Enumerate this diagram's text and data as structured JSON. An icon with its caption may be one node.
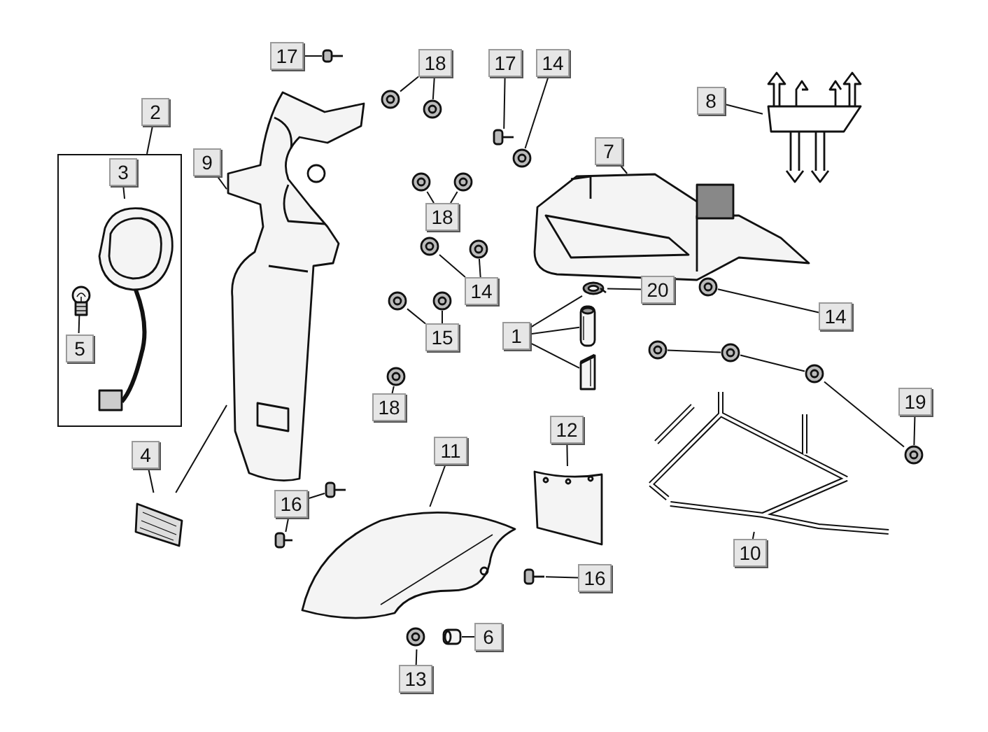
{
  "diagram": {
    "nodes": [
      {
        "text": [
          "17"
        ]
      },
      {
        "text": [
          "18"
        ]
      },
      {
        "text": [
          "17"
        ]
      },
      {
        "text": [
          "14"
        ]
      },
      {
        "text": [
          "8"
        ]
      },
      {
        "text": [
          "2"
        ]
      },
      {
        "text": [],
        "shape": "box"
      },
      {
        "text": [
          "3"
        ],
        "in": 6
      },
      {
        "text": [
          "5"
        ],
        "in": 6
      },
      {
        "text": [
          "9"
        ]
      },
      {
        "text": [
          "7"
        ]
      },
      {
        "text": [
          "18"
        ]
      },
      {
        "text": [
          "14"
        ]
      },
      {
        "text": [
          "20"
        ]
      },
      {
        "text": [
          "14"
        ]
      },
      {
        "text": [
          "1"
        ]
      },
      {
        "text": [
          "15"
        ]
      },
      {
        "text": [
          "19"
        ]
      },
      {
        "text": [
          "18"
        ]
      },
      {
        "text": [
          "12"
        ]
      },
      {
        "text": [
          "11"
        ]
      },
      {
        "text": [
          "4"
        ]
      },
      {
        "text": [
          "16"
        ]
      },
      {
        "text": [
          "10"
        ]
      },
      {
        "text": [
          "16"
        ]
      },
      {
        "text": [
          "6"
        ]
      },
      {
        "text": [
          "13"
        ]
      },
      {
        "text": [],
        "shape": "picture"
      },
      {
        "text": [],
        "shape": "picture"
      },
      {
        "text": [],
        "shape": "picture"
      },
      {
        "text": [],
        "shape": "picture"
      },
      {
        "text": [],
        "shape": "picture"
      },
      {
        "text": [],
        "shape": "picture"
      },
      {
        "text": [],
        "shape": "picture",
        "in": 6
      },
      {
        "text": [],
        "shape": "picture",
        "in": 6
      },
      {
        "text": [],
        "shape": "picture"
      },
      {
        "text": [],
        "shape": "picture"
      },
      {
        "text": [],
        "shape": "picture"
      },
      {
        "text": [],
        "shape": "picture"
      },
      {
        "text": [],
        "shape": "picture"
      },
      {
        "text": [],
        "shape": "picture"
      },
      {
        "text": [],
        "shape": "picture"
      },
      {
        "text": [],
        "shape": "picture"
      },
      {
        "text": [],
        "shape": "picture"
      },
      {
        "text": [],
        "shape": "picture"
      },
      {
        "text": [],
        "shape": "picture"
      },
      {
        "text": [],
        "shape": "picture"
      },
      {
        "text": [],
        "shape": "picture"
      },
      {
        "text": [],
        "shape": "picture"
      },
      {
        "text": [],
        "shape": "picture"
      },
      {
        "text": [],
        "shape": "picture"
      },
      {
        "text": [],
        "shape": "picture"
      },
      {
        "text": [],
        "shape": "picture"
      },
      {
        "text": [],
        "shape": "picture"
      },
      {
        "text": [],
        "shape": "picture"
      },
      {
        "text": [],
        "shape": "picture"
      },
      {
        "text": [],
        "shape": "picture"
      },
      {
        "text": [],
        "shape": "picture"
      },
      {
        "text": [],
        "shape": "picture"
      },
      {
        "text": [],
        "shape": "picture"
      },
      {
        "text": [],
        "shape": "picture"
      }
    ],
    "edges": [
      {
        "from": 0,
        "to": 27,
        "arrow": "none"
      },
      {
        "from": 1,
        "to": 29,
        "arrow": "none"
      },
      {
        "from": 1,
        "to": 28,
        "arrow": "none"
      },
      {
        "from": 2,
        "to": 30,
        "arrow": "none"
      },
      {
        "from": 3,
        "to": 31,
        "arrow": "none"
      },
      {
        "from": 4,
        "to": 32,
        "arrow": "none"
      },
      {
        "from": 5,
        "to": 6,
        "arrow": "none"
      },
      {
        "from": 7,
        "to": 33,
        "arrow": "none"
      },
      {
        "from": 8,
        "to": 34,
        "arrow": "none"
      },
      {
        "from": 9,
        "to": 35,
        "arrow": "none"
      },
      {
        "from": 10,
        "to": 36,
        "arrow": "none"
      },
      {
        "from": 11,
        "to": 37,
        "arrow": "none"
      },
      {
        "from": 11,
        "to": 38,
        "arrow": "none"
      },
      {
        "from": 12,
        "to": 39,
        "arrow": "none"
      },
      {
        "from": 12,
        "to": 40,
        "arrow": "none"
      },
      {
        "from": 13,
        "to": 41,
        "arrow": "none"
      },
      {
        "from": 14,
        "to": 42,
        "arrow": "none"
      },
      {
        "from": 15,
        "to": 41,
        "arrow": "none"
      },
      {
        "from": 15,
        "to": 43,
        "arrow": "none"
      },
      {
        "from": 15,
        "to": 46,
        "arrow": "none"
      },
      {
        "from": 16,
        "to": 44,
        "arrow": "none"
      },
      {
        "from": 16,
        "to": 45,
        "arrow": "none"
      },
      {
        "from": 17,
        "to": 50,
        "arrow": "none"
      },
      {
        "from": 47,
        "to": 48,
        "arrow": "none"
      },
      {
        "from": 48,
        "to": 49,
        "arrow": "none"
      },
      {
        "from": 49,
        "to": 50,
        "arrow": "none"
      },
      {
        "from": 18,
        "to": 52,
        "arrow": "none"
      },
      {
        "from": 19,
        "to": 53,
        "arrow": "none"
      },
      {
        "from": 20,
        "to": 54,
        "arrow": "none"
      },
      {
        "from": 21,
        "to": 55,
        "arrow": "none"
      },
      {
        "from": 55,
        "to": 35,
        "arrow": "none"
      },
      {
        "from": 22,
        "to": 56,
        "arrow": "none"
      },
      {
        "from": 22,
        "to": 57,
        "arrow": "none"
      },
      {
        "from": 23,
        "to": 51,
        "arrow": "none"
      },
      {
        "from": 24,
        "to": 58,
        "arrow": "none"
      },
      {
        "from": 25,
        "to": 59,
        "arrow": "none"
      },
      {
        "from": 26,
        "to": 60,
        "arrow": "none"
      }
    ]
  }
}
